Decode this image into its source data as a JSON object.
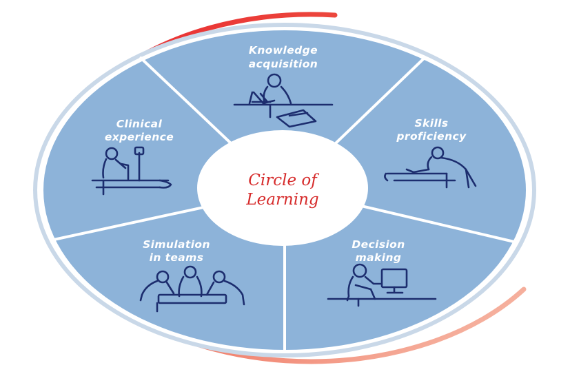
{
  "center": {
    "line1": "Circle of",
    "line2": "Learning"
  },
  "segments": [
    {
      "line1": "Knowledge",
      "line2": "acquisition",
      "icon": "person-reading-icon"
    },
    {
      "line1": "Skills",
      "line2": "proficiency",
      "icon": "person-practicing-skill-icon"
    },
    {
      "line1": "Decision",
      "line2": "making",
      "icon": "person-at-computer-icon"
    },
    {
      "line1": "Simulation",
      "line2": "in teams",
      "icon": "team-simulation-icon"
    },
    {
      "line1": "Clinical",
      "line2": "experience",
      "icon": "clinician-at-bedside-icon"
    }
  ],
  "colors": {
    "segment_fill": "#8db3d9",
    "divider": "#ffffff",
    "outer_ring": "#c9d8e8",
    "accent_arc": "#e01e2b",
    "center_text": "#d62a2a",
    "icon_stroke": "#1c2d6e"
  }
}
